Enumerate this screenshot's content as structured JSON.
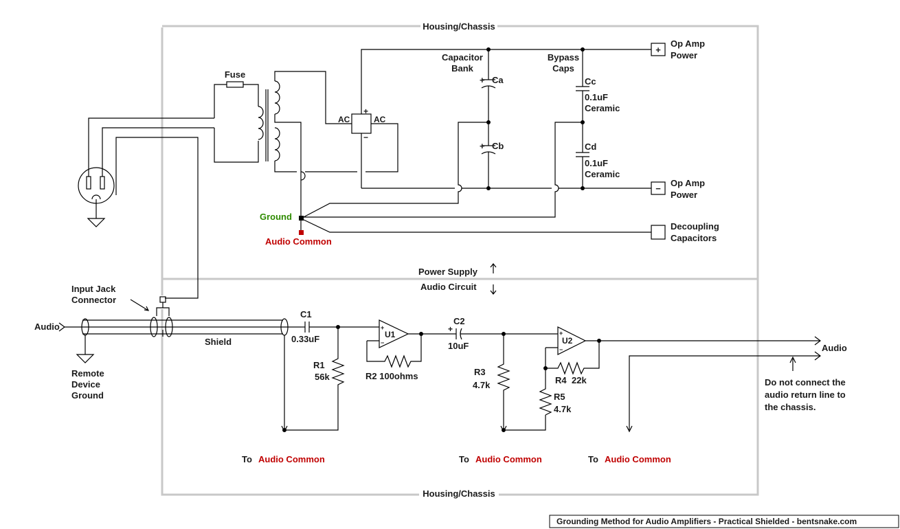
{
  "labels": {
    "housing_top": "Housing/Chassis",
    "housing_bottom": "Housing/Chassis",
    "fuse": "Fuse",
    "capacitor_bank": [
      "Capacitor",
      "Bank"
    ],
    "bypass_caps": [
      "Bypass",
      "Caps"
    ],
    "ca": "Ca",
    "cb": "Cb",
    "cc": "Cc",
    "cd": "Cd",
    "cc_value": [
      "0.1uF",
      "Ceramic"
    ],
    "cd_value": [
      "0.1uF",
      "Ceramic"
    ],
    "ac_left": "AC",
    "ac_right": "AC",
    "plus_sign": "+",
    "minus_sign": "−",
    "op_amp_power_pos": [
      "Op Amp",
      "Power"
    ],
    "op_amp_power_neg": [
      "Op Amp",
      "Power"
    ],
    "decoupling": [
      "Decoupling",
      "Capacitors"
    ],
    "ground": "Ground",
    "audio_common": "Audio Common",
    "power_supply": "Power Supply",
    "audio_circuit": "Audio Circuit",
    "input_jack": [
      "Input Jack",
      "Connector"
    ],
    "audio_in": "Audio",
    "audio_out": "Audio",
    "shield": "Shield",
    "remote_ground": [
      "Remote",
      "Device",
      "Ground"
    ],
    "c1": "C1",
    "c1_value": "0.33uF",
    "r1": [
      "R1",
      "56k"
    ],
    "u1": "U1",
    "r2": "R2 100ohms",
    "c2": "C2",
    "c2_value": "10uF",
    "r3": [
      "R3",
      "4.7k"
    ],
    "u2": "U2",
    "r4": "R4",
    "r4_value": "22k",
    "r5": [
      "R5",
      "4.7k"
    ],
    "to_prefix": "To",
    "note": [
      "Do not connect the",
      "audio return line to",
      "the chassis."
    ],
    "caption": "Grounding Method for Audio Amplifiers - Practical Shielded - bentsnake.com"
  },
  "colors": {
    "wire": "#000000",
    "chassis": "#c8c8c8",
    "audio_common": "#c00000",
    "ground": "#2e8b00"
  }
}
